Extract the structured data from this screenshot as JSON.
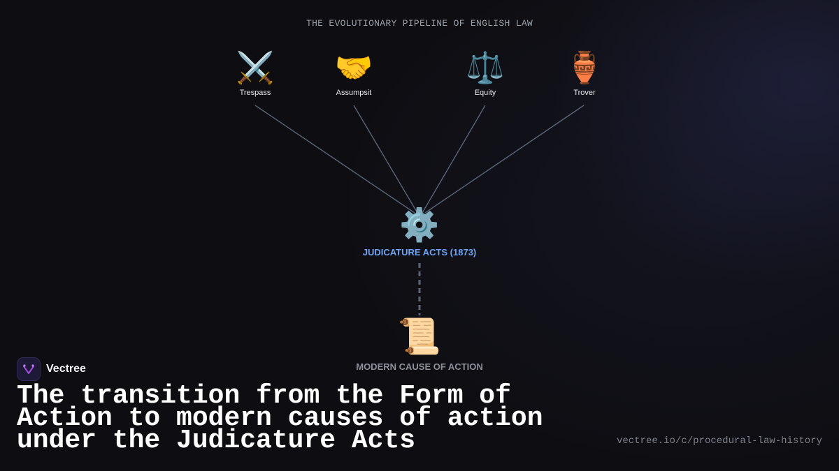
{
  "diagram": {
    "title": "THE EVOLUTIONARY PIPELINE OF ENGLISH LAW",
    "sources": [
      {
        "label": "Trespass",
        "icon": "crossed-swords-icon",
        "glyph": "⚔️"
      },
      {
        "label": "Assumpsit",
        "icon": "handshake-icon",
        "glyph": "🤝"
      },
      {
        "label": "Equity",
        "icon": "scales-icon",
        "glyph": "⚖️"
      },
      {
        "label": "Trover",
        "icon": "amphora-icon",
        "glyph": "🏺"
      }
    ],
    "hub": {
      "label": "JUDICATURE ACTS (1873)",
      "icon": "gear-icon",
      "glyph": "⚙️"
    },
    "result": {
      "label": "MODERN CAUSE OF ACTION",
      "icon": "scroll-icon",
      "glyph": "📜"
    }
  },
  "brand": {
    "name": "Vectree",
    "icon": "vectree-logo-icon"
  },
  "headline": "The transition from the Form of Action to modern causes of action under the Judicature Acts",
  "source_url": "vectree.io/c/procedural-law-history",
  "colors": {
    "background": "#0e0e12",
    "hub_label": "#6ea3f5",
    "connector": "#5a6578",
    "logo_accent": "#a24bdc"
  }
}
